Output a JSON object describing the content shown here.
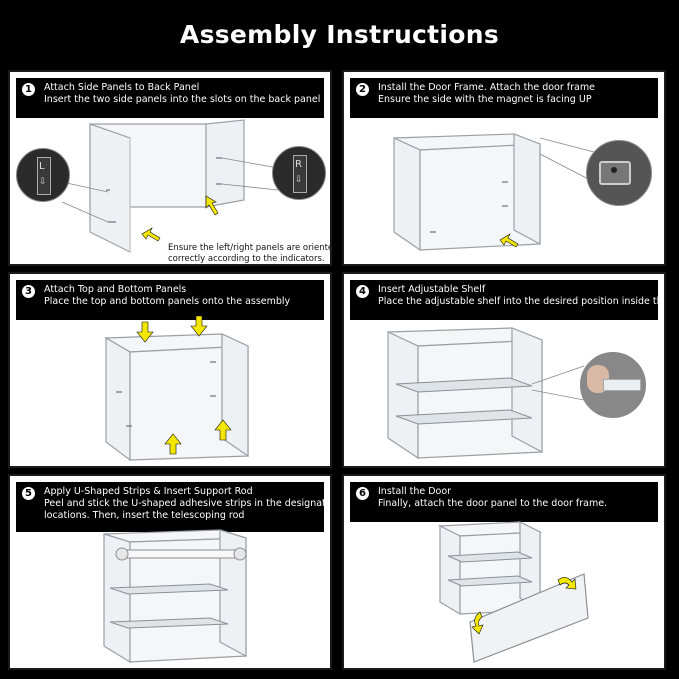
{
  "title": "Assembly Instructions",
  "colors": {
    "background": "#000000",
    "panel": "#ffffff",
    "arrow": "#f3e600"
  },
  "steps": [
    {
      "number": "1",
      "title": "Attach Side Panels to Back Panel",
      "desc": [
        "Insert the two side panels into the slots on the back panel"
      ],
      "note": [
        "Ensure the left/right panels are oriented",
        "correctly according to the indicators."
      ],
      "zoom_left_letter": "L",
      "zoom_right_letter": "R"
    },
    {
      "number": "2",
      "title": "Install the Door Frame. Attach the door frame",
      "desc": [
        "Ensure the side with the magnet is facing UP"
      ]
    },
    {
      "number": "3",
      "title": "Attach Top and Bottom Panels",
      "desc": [
        "Place the top and bottom panels onto the assembly"
      ]
    },
    {
      "number": "4",
      "title": "Insert Adjustable Shelf",
      "desc": [
        "Place the adjustable shelf into the desired position inside the box"
      ]
    },
    {
      "number": "5",
      "title": "Apply U-Shaped Strips & Insert Support Rod",
      "desc": [
        "Peel and stick the U-shaped adhesive strips in the designated",
        "locations. Then, insert the telescoping rod"
      ]
    },
    {
      "number": "6",
      "title": "Install the Door",
      "desc": [
        "Finally, attach the door panel to the door frame."
      ]
    }
  ]
}
